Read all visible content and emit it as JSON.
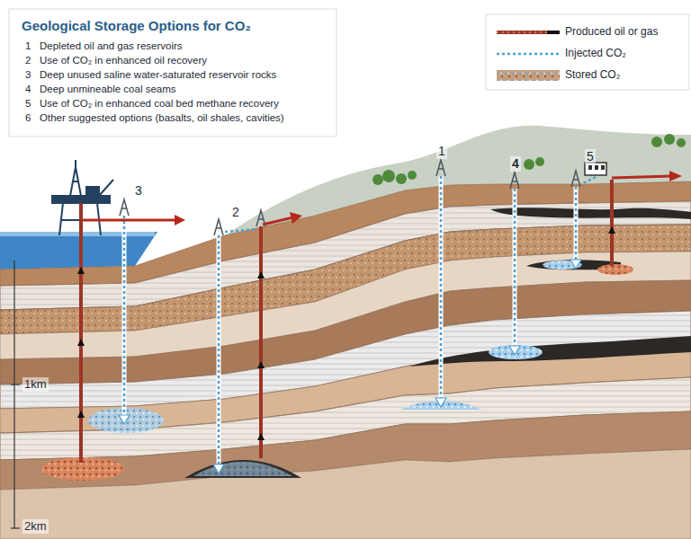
{
  "diagram": {
    "title": "Geological Storage Options for CO₂",
    "labels": [
      "1",
      "Depleted oil and gas reservoirs",
      "2",
      "Use of CO₂ in enhanced oil recovery",
      "3",
      "Deep unused saline water-saturated reservoir rocks",
      "4",
      "Deep unmineable coal seams",
      "5",
      "Use of CO₂ in enhanced coal bed methane recovery",
      "6",
      "Other suggested options (basalts, oil shales, cavities)",
      "3",
      "2",
      "1",
      "4",
      "5",
      "1km",
      "2km"
    ],
    "legend": [
      {
        "text": "Produced oil or gas"
      },
      {
        "text": "Injected CO₂"
      },
      {
        "text": "Stored CO₂"
      }
    ]
  }
}
